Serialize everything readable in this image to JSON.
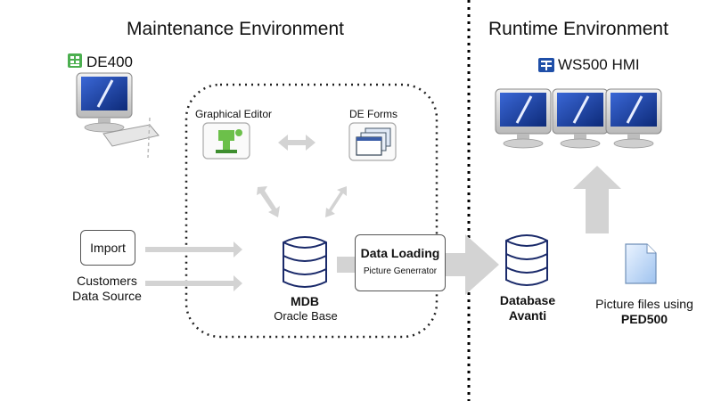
{
  "sections": {
    "maintenance_title": "Maintenance Environment",
    "runtime_title": "Runtime Environment"
  },
  "maintenance": {
    "workstation_label": "DE400",
    "graphical_editor_label": "Graphical Editor",
    "de_forms_label": "DE Forms",
    "import_label": "Import",
    "customers_label_line1": "Customers",
    "customers_label_line2": "Data Source",
    "mdb_label": "MDB",
    "mdb_sublabel": "Oracle Base",
    "data_loading_label": "Data Loading",
    "picture_generator_label": "Picture Generrator"
  },
  "runtime": {
    "hmi_label": "WS500 HMI",
    "database_label_line1": "Database",
    "database_label_line2": "Avanti",
    "picture_files_line1": "Picture files using",
    "picture_files_line2": "PED500"
  },
  "colors": {
    "arrow": "#d3d3d3",
    "monitor_screen": "#1c3f9a",
    "accent_green": "#5cb85c",
    "divider": "#000000"
  },
  "icons": {
    "de400": "green-grid-icon",
    "hmi": "blue-grid-icon",
    "graphical_editor": "green-tool-icon",
    "de_forms": "stacked-windows-icon",
    "database": "database-cylinder-icon",
    "picture_file": "document-icon"
  }
}
